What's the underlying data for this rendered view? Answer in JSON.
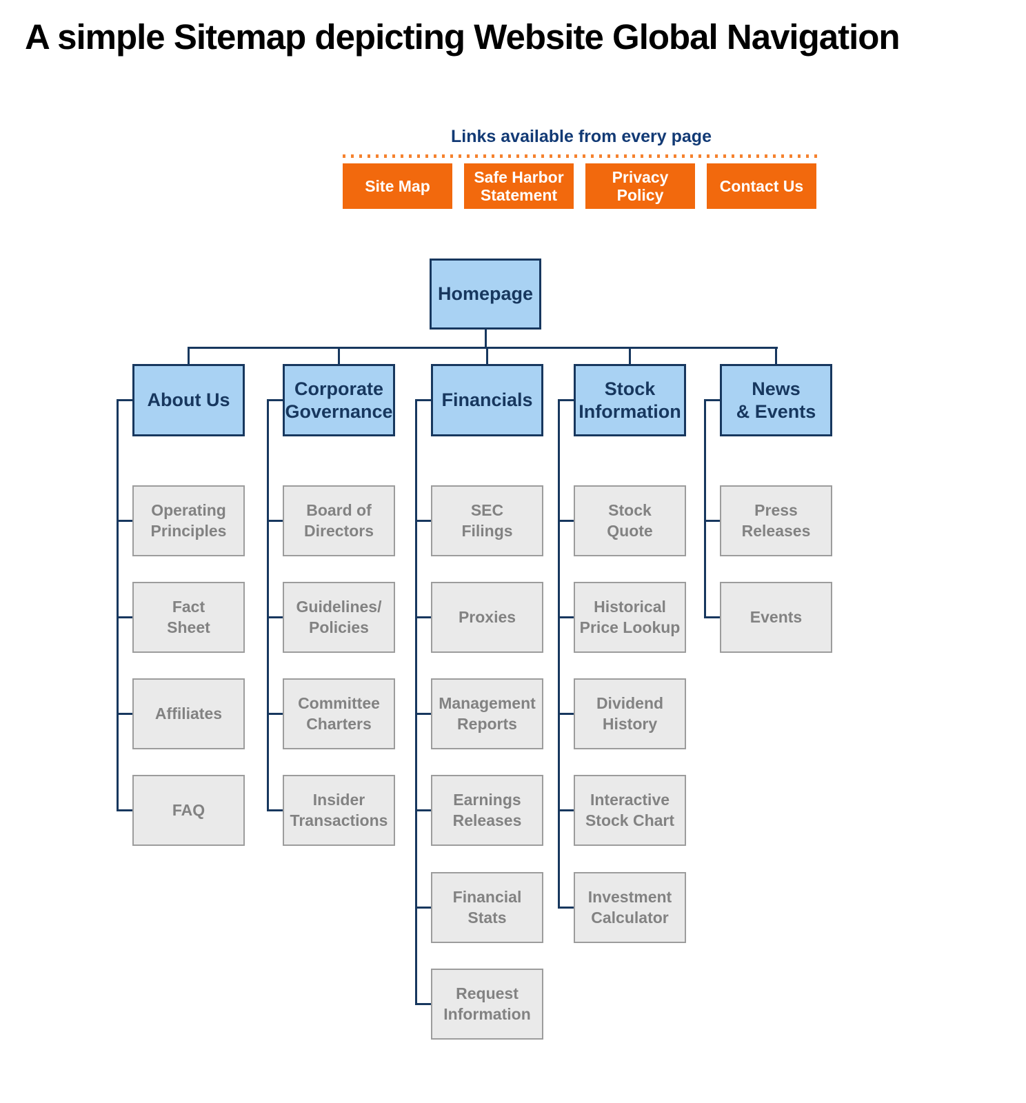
{
  "title": "A simple Sitemap depicting Website Global Navigation",
  "global_links": {
    "heading": "Links available from every page",
    "buttons": [
      {
        "label": "Site Map"
      },
      {
        "label": "Safe Harbor\nStatement"
      },
      {
        "label": "Privacy\nPolicy"
      },
      {
        "label": "Contact Us"
      }
    ]
  },
  "sitemap": {
    "root": {
      "label": "Homepage"
    },
    "sections": [
      {
        "label": "About Us",
        "children": [
          {
            "label": "Operating\nPrinciples"
          },
          {
            "label": "Fact\nSheet"
          },
          {
            "label": "Affiliates"
          },
          {
            "label": "FAQ"
          }
        ]
      },
      {
        "label": "Corporate\nGovernance",
        "children": [
          {
            "label": "Board of\nDirectors"
          },
          {
            "label": "Guidelines/\nPolicies"
          },
          {
            "label": "Committee\nCharters"
          },
          {
            "label": "Insider\nTransactions"
          }
        ]
      },
      {
        "label": "Financials",
        "children": [
          {
            "label": "SEC\nFilings"
          },
          {
            "label": "Proxies"
          },
          {
            "label": "Management\nReports"
          },
          {
            "label": "Earnings\nReleases"
          },
          {
            "label": "Financial\nStats"
          },
          {
            "label": "Request\nInformation"
          }
        ]
      },
      {
        "label": "Stock\nInformation",
        "children": [
          {
            "label": "Stock\nQuote"
          },
          {
            "label": "Historical\nPrice Lookup"
          },
          {
            "label": "Dividend\nHistory"
          },
          {
            "label": "Interactive\nStock Chart"
          },
          {
            "label": "Investment\nCalculator"
          }
        ]
      },
      {
        "label": "News\n& Events",
        "children": [
          {
            "label": "Press\nReleases"
          },
          {
            "label": "Events"
          }
        ]
      }
    ]
  },
  "colors": {
    "accent_orange": "#F2690D",
    "dotted_line_orange": "#F5822E",
    "node_blue_fill": "#A9D2F3",
    "node_blue_border": "#17375E",
    "node_gray_fill": "#EAEAEA",
    "node_gray_border": "#9C9C9C",
    "connector_navy": "#17375E",
    "heading_navy": "#123A75",
    "title_black": "#000000"
  }
}
